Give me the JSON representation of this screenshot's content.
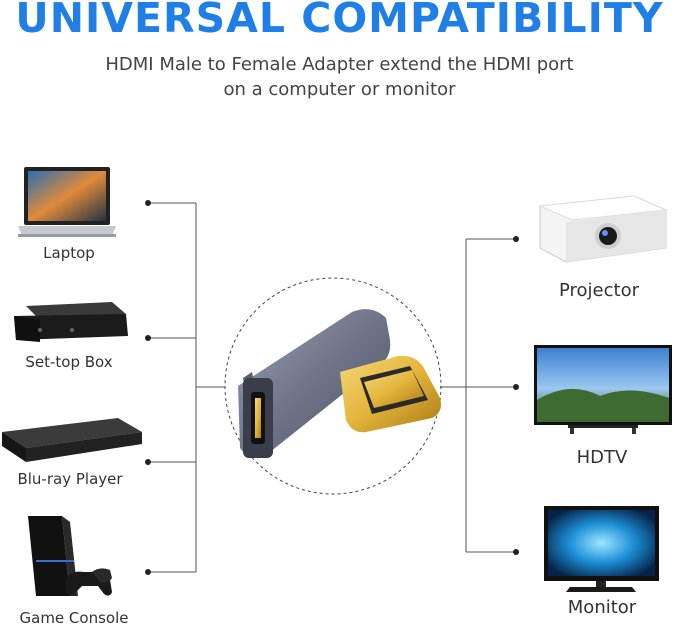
{
  "header": {
    "title": "UNIVERSAL COMPATIBILITY",
    "subtitle_line1": "HDMI Male to Female Adapter extend the HDMI port",
    "subtitle_line2": "on a computer or monitor"
  },
  "sources": [
    {
      "label": "Laptop"
    },
    {
      "label": "Set-top Box"
    },
    {
      "label": "Blu-ray Player"
    },
    {
      "label": "Game Console"
    }
  ],
  "displays": [
    {
      "label": "Projector"
    },
    {
      "label": "HDTV"
    },
    {
      "label": "Monitor"
    }
  ],
  "colors": {
    "title": "#1f7fe6",
    "adapter_body": "#6f7388",
    "connector_gold": "#e2b43a",
    "line": "#555555"
  }
}
